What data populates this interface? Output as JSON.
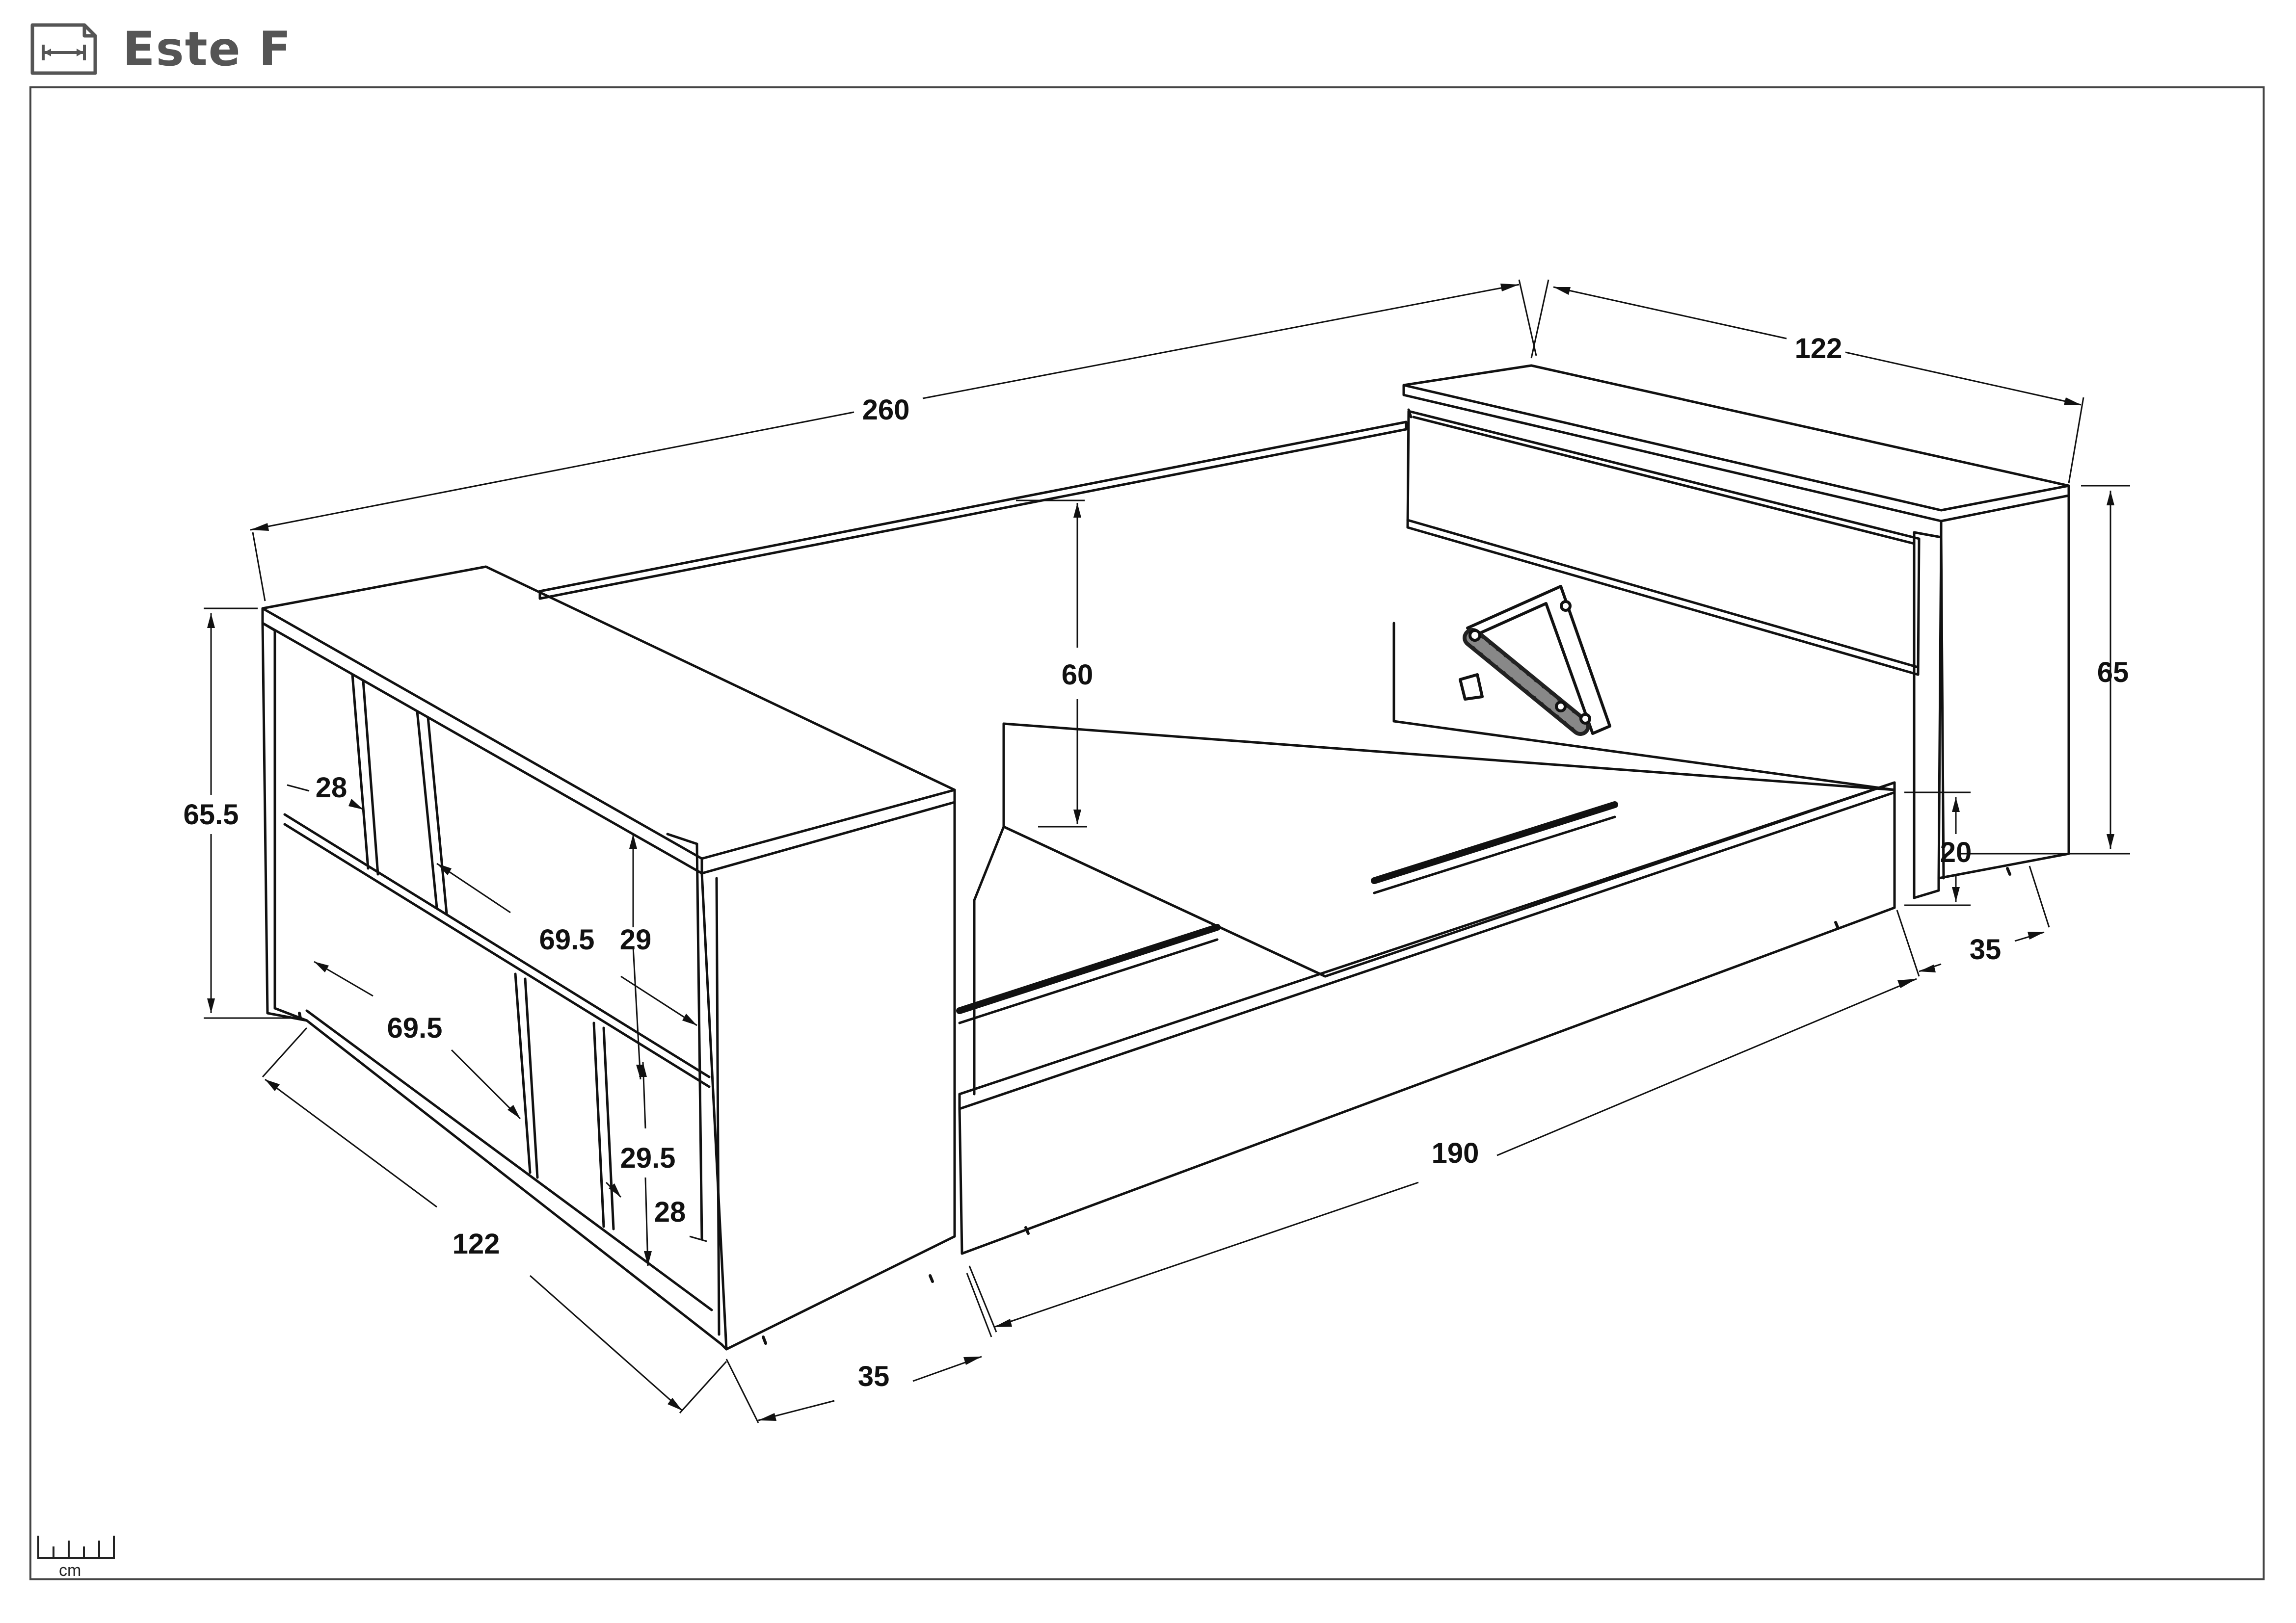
{
  "header": {
    "title": "Este F"
  },
  "dimensions": {
    "overall_length": "260",
    "headboard_depth": "122",
    "headboard_height": "65",
    "rail_height": "60",
    "shelf_height": "65.5",
    "shelf_depth": "122",
    "compartment_width_top": "28",
    "compartment_width_middle": "69.5",
    "compartment_height_top": "29",
    "compartment_width_lower": "69.5",
    "compartment_height_lower": "29.5",
    "compartment_width_bottom": "28",
    "bed_length": "190",
    "base_height": "20",
    "headboard_thickness": "35",
    "shelf_thickness": "35"
  },
  "scale": {
    "unit": "cm"
  },
  "colors": {
    "line": "#111111",
    "title": "#555555",
    "frame": "#444444"
  }
}
